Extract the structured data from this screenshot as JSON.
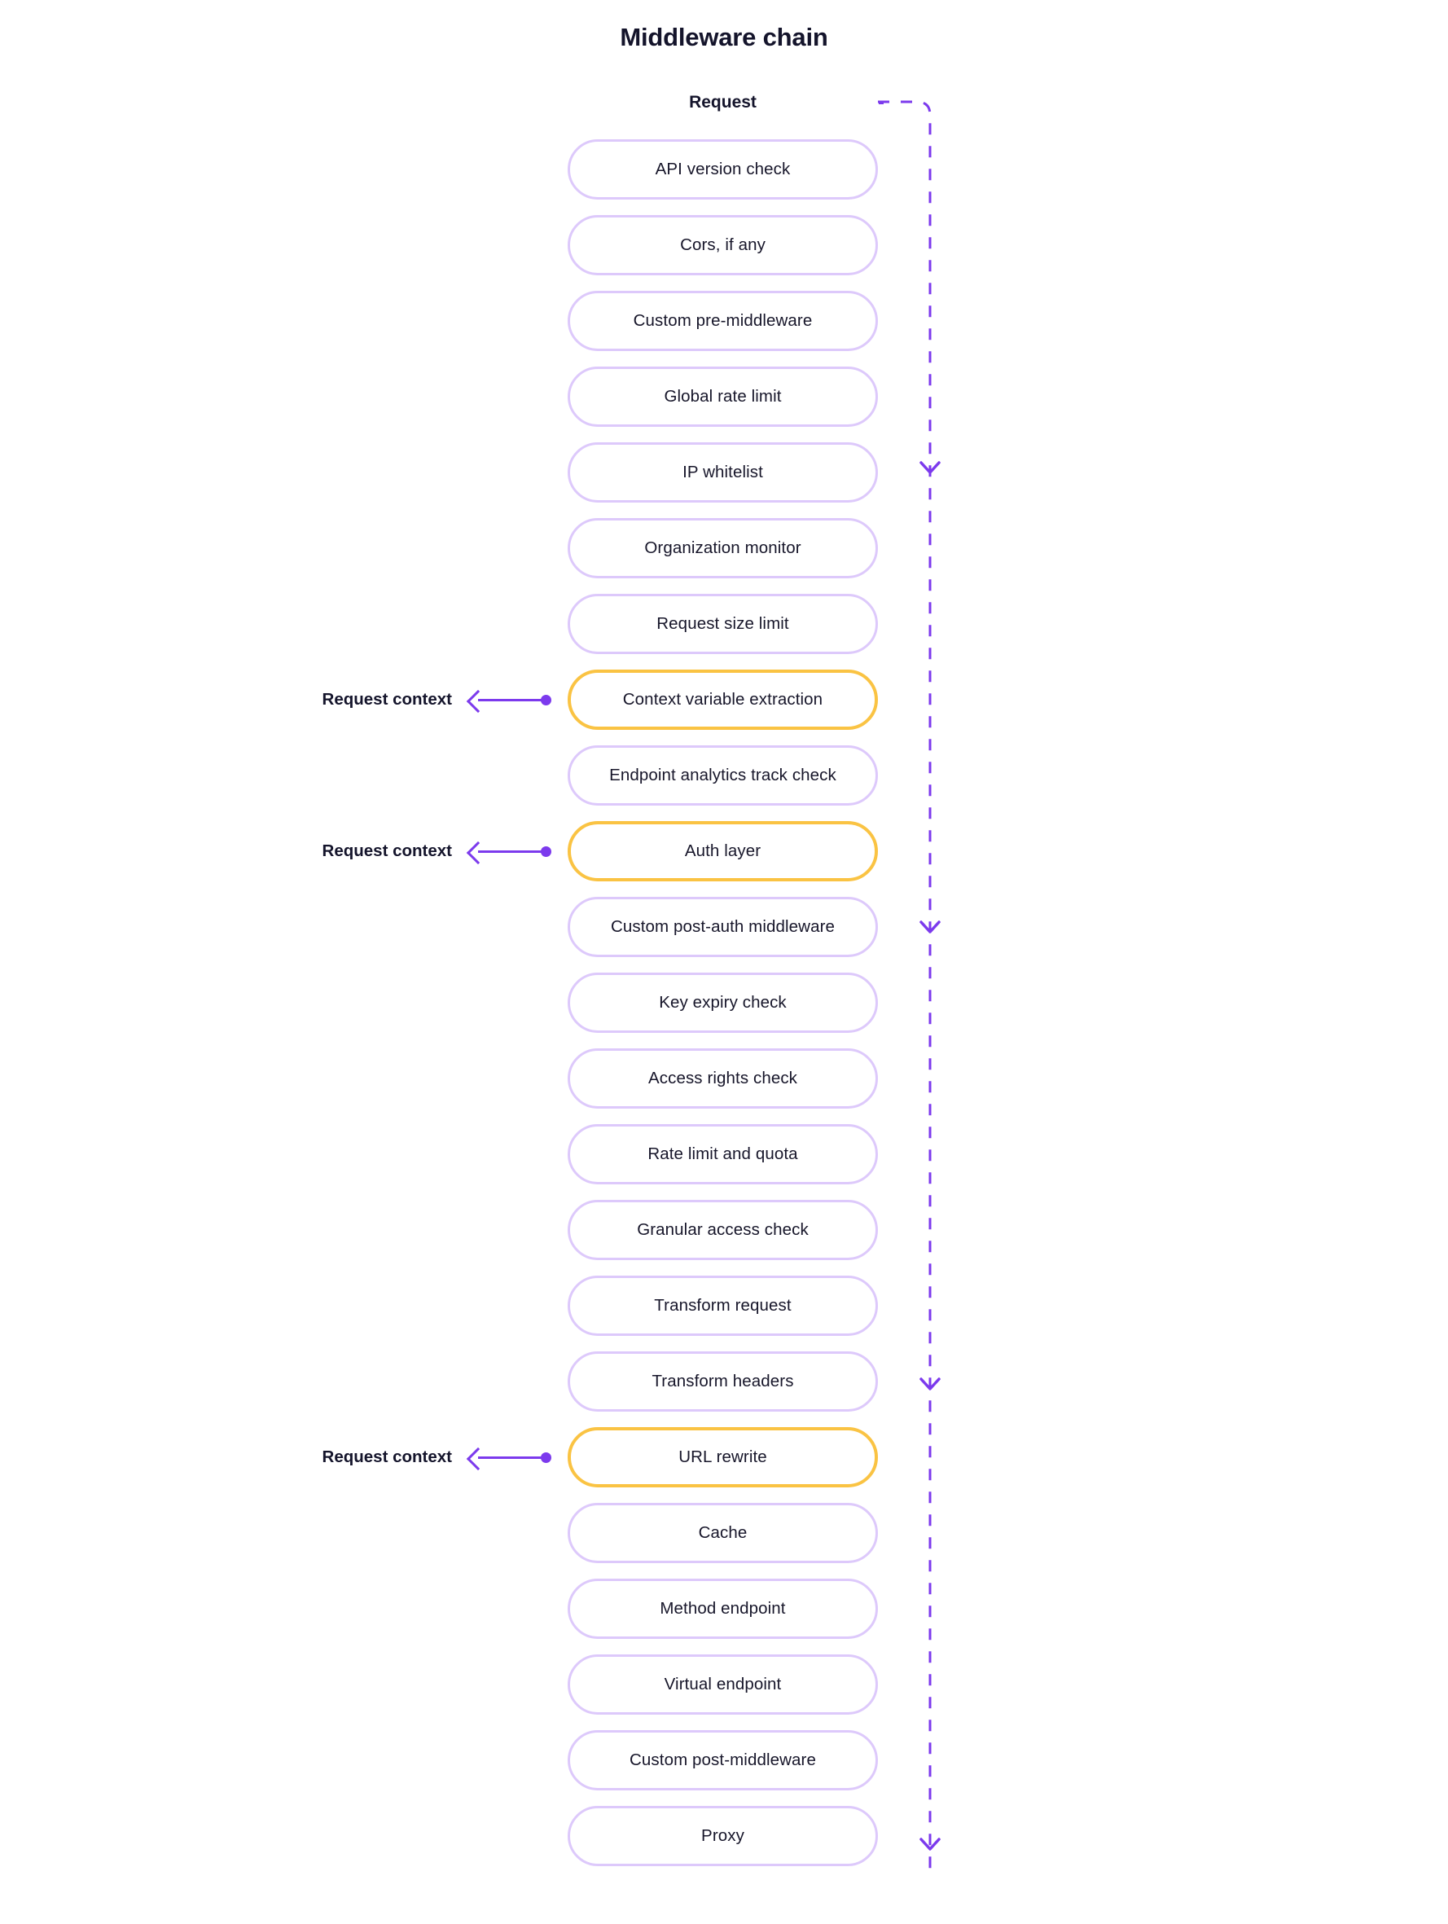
{
  "title": "Middleware chain",
  "colors": {
    "accent_purple": "#7c3aed",
    "box_border": "#ddc9fb",
    "highlight_border": "#fac343",
    "text": "#14142b",
    "background": "#ffffff"
  },
  "request_flow": {
    "label": "Request",
    "start_marker": "start-dot",
    "rail_arrow_count": 5
  },
  "annotation_label": "Request context",
  "steps": [
    {
      "label": "API version check",
      "highlight": false,
      "annotation": null
    },
    {
      "label": "Cors, if any",
      "highlight": false,
      "annotation": null
    },
    {
      "label": "Custom pre-middleware",
      "highlight": false,
      "annotation": null
    },
    {
      "label": "Global rate limit",
      "highlight": false,
      "annotation": null
    },
    {
      "label": "IP whitelist",
      "highlight": false,
      "annotation": null
    },
    {
      "label": "Organization monitor",
      "highlight": false,
      "annotation": null
    },
    {
      "label": "Request size limit",
      "highlight": false,
      "annotation": null
    },
    {
      "label": "Context variable extraction",
      "highlight": true,
      "annotation": "Request context"
    },
    {
      "label": "Endpoint analytics track check",
      "highlight": false,
      "annotation": null
    },
    {
      "label": "Auth layer",
      "highlight": true,
      "annotation": "Request context"
    },
    {
      "label": "Custom post-auth middleware",
      "highlight": false,
      "annotation": null
    },
    {
      "label": "Key expiry check",
      "highlight": false,
      "annotation": null
    },
    {
      "label": "Access rights check",
      "highlight": false,
      "annotation": null
    },
    {
      "label": "Rate limit and quota",
      "highlight": false,
      "annotation": null
    },
    {
      "label": "Granular access check",
      "highlight": false,
      "annotation": null
    },
    {
      "label": "Transform request",
      "highlight": false,
      "annotation": null
    },
    {
      "label": "Transform headers",
      "highlight": false,
      "annotation": null
    },
    {
      "label": "URL rewrite",
      "highlight": true,
      "annotation": "Request context"
    },
    {
      "label": "Cache",
      "highlight": false,
      "annotation": null
    },
    {
      "label": "Method endpoint",
      "highlight": false,
      "annotation": null
    },
    {
      "label": "Virtual endpoint",
      "highlight": false,
      "annotation": null
    },
    {
      "label": "Custom post-middleware",
      "highlight": false,
      "annotation": null
    },
    {
      "label": "Proxy",
      "highlight": false,
      "annotation": null
    }
  ]
}
